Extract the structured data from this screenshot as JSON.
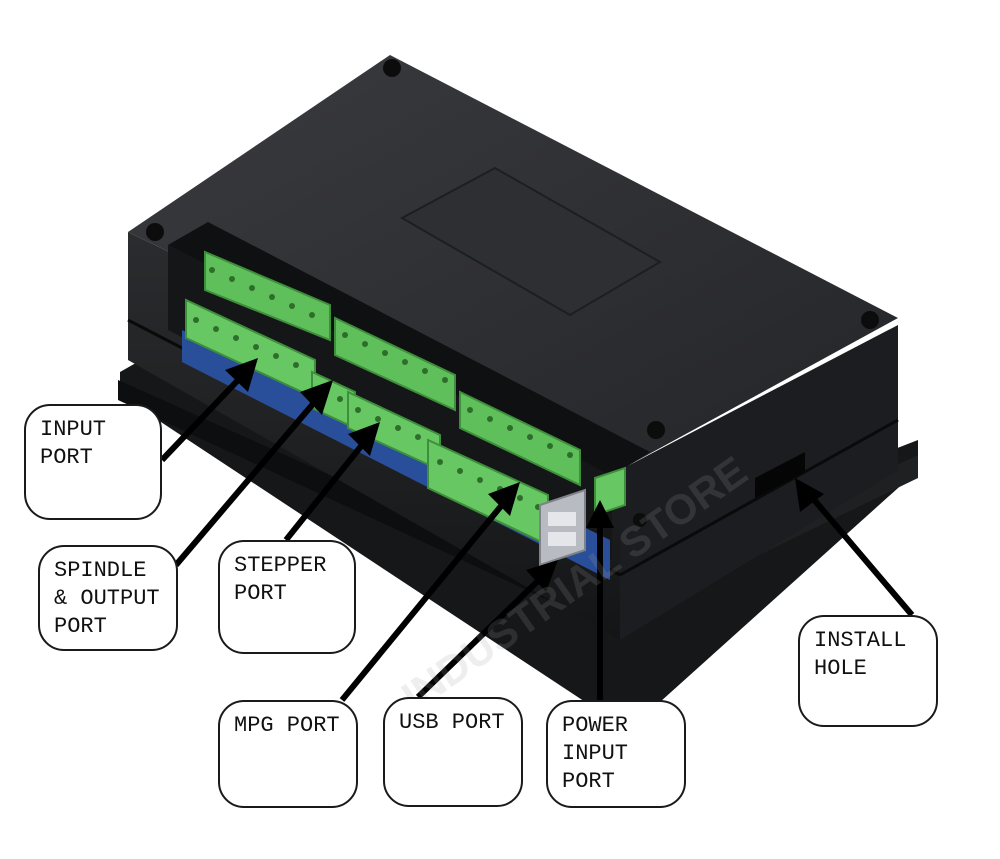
{
  "colors": {
    "enclosure_top": "#2a2b2e",
    "enclosure_side": "#1b1c1e",
    "terminal_green": "#5fbf5a",
    "terminal_dark": "#3e8f3b",
    "pcb_blue": "#2a4f9a",
    "arrow": "#000000",
    "callout_border": "#1a1a1a"
  },
  "watermark": "INDUSTRIAL STORE",
  "callouts": {
    "input_port": "INPUT\nPORT",
    "spindle_output_port": "SPINDLE\n& OUTPUT\nPORT",
    "stepper_port": "STEPPER\nPORT",
    "mpg_port": "MPG PORT",
    "usb_port": "USB PORT",
    "power_input_port": "POWER\nINPUT\nPORT",
    "install_hole": "INSTALL\nHOLE"
  }
}
